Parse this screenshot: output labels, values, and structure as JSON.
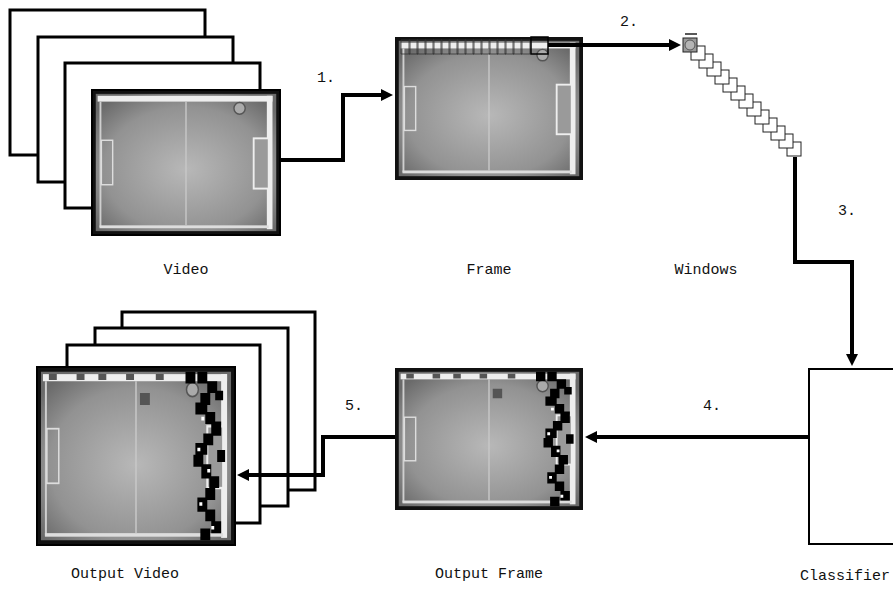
{
  "diagram": {
    "nodes": [
      {
        "text": [
          "Video"
        ]
      },
      {
        "text": [
          "Frame"
        ]
      },
      {
        "text": [
          "Windows"
        ]
      },
      {
        "text": [
          "Output Video"
        ]
      },
      {
        "text": [
          "Output Frame"
        ]
      },
      {
        "text": [
          "Classifier"
        ]
      }
    ],
    "edges": [
      {
        "from": 0,
        "to": 1,
        "arrow": "to",
        "label": "1."
      },
      {
        "from": 1,
        "to": 2,
        "arrow": "to",
        "label": "2."
      },
      {
        "from": 2,
        "to": 5,
        "arrow": "to",
        "label": "3."
      },
      {
        "from": 5,
        "to": 4,
        "arrow": "to",
        "label": "4."
      },
      {
        "from": 4,
        "to": 3,
        "arrow": "to",
        "label": "5."
      }
    ]
  }
}
